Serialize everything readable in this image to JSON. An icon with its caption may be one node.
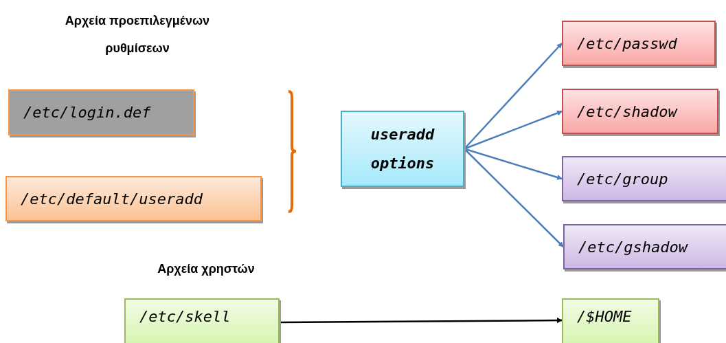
{
  "diagram": {
    "nodes": [
      {
        "text": [
          "/etc/login.def"
        ]
      },
      {
        "text": [
          "/etc/default/useradd"
        ]
      },
      {
        "text": [
          "useradd options"
        ]
      },
      {
        "text": [
          "/etc/passwd"
        ]
      },
      {
        "text": [
          "/etc/shadow"
        ]
      },
      {
        "text": [
          "/etc/group"
        ]
      },
      {
        "text": [
          "/etc/gshadow"
        ]
      },
      {
        "text": [
          "/etc/skell"
        ]
      },
      {
        "text": [
          "/$HOME"
        ]
      }
    ],
    "edges": [
      {
        "from": 2,
        "to": 3,
        "arrow": "to"
      },
      {
        "from": 2,
        "to": 4,
        "arrow": "to"
      },
      {
        "from": 2,
        "to": 5,
        "arrow": "to"
      },
      {
        "from": 2,
        "to": 6,
        "arrow": "to"
      },
      {
        "from": 7,
        "to": 8,
        "arrow": "to",
        "color": "#000000"
      }
    ],
    "labels": [
      "Αρχεία προεπιλεγμένων ρυθμίσεων",
      "Αρχεία χρηστών"
    ]
  }
}
